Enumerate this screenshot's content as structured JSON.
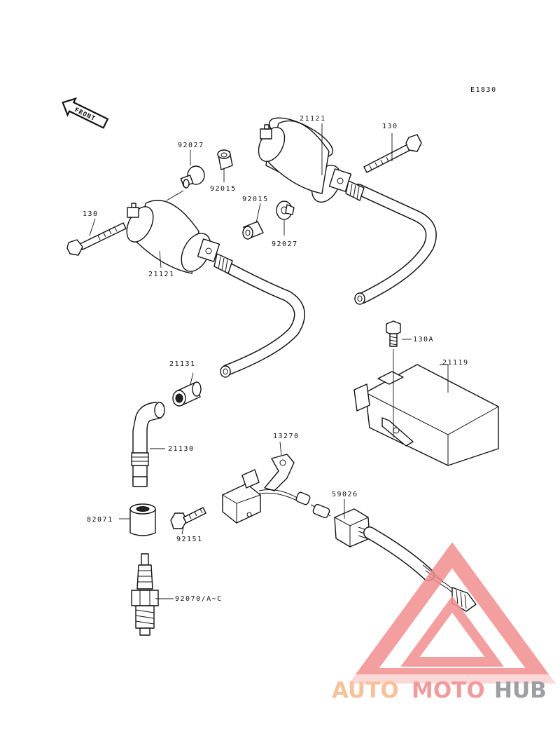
{
  "diagram": {
    "code": "E1830",
    "front_label": "FRONT",
    "labels": {
      "coil_right": "21121",
      "coil_left": "21121",
      "bolt_right": "130",
      "bolt_left": "130",
      "washer_top": "92027",
      "collar_top": "92015",
      "collar_mid": "92015",
      "washer_mid": "92027",
      "bolt_ecu": "130A",
      "ecu": "21119",
      "cap_ring": "21131",
      "plug_cap": "21130",
      "bracket": "13270",
      "connector": "59026",
      "grommet": "82071",
      "bolt_small": "92151",
      "spark_plug": "92070/A~C"
    }
  },
  "watermark": {
    "word1": "AUTO",
    "word2": "MOTO",
    "word3": "HUB",
    "colors": {
      "auto": "#f4b88a",
      "moto": "#f08a8a",
      "hub": "#8d8d95",
      "triangle": "#f28f8f"
    }
  }
}
